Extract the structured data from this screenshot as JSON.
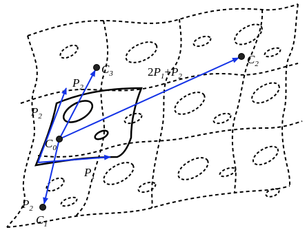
{
  "colors": {
    "lines": "#000000",
    "vectors": "#1433e6"
  },
  "points": {
    "c0": {
      "letter": "C",
      "index": "0"
    },
    "c1": {
      "letter": "C",
      "index": "1"
    },
    "c2": {
      "letter": "C",
      "index": "2"
    },
    "c3": {
      "letter": "C",
      "index": "3"
    }
  },
  "vectors": {
    "p1_right": {
      "letter": "P",
      "index": "1"
    },
    "p2_up_left": {
      "letter": "P",
      "index": "2"
    },
    "p2_up_center": {
      "letter": "P",
      "index": "2"
    },
    "p2_down": {
      "letter": "P",
      "index": "2"
    },
    "sum": {
      "coef": "2",
      "p1": "P",
      "p1_index": "1",
      "plus": "+",
      "p2": "P",
      "p2_index": "2"
    }
  }
}
